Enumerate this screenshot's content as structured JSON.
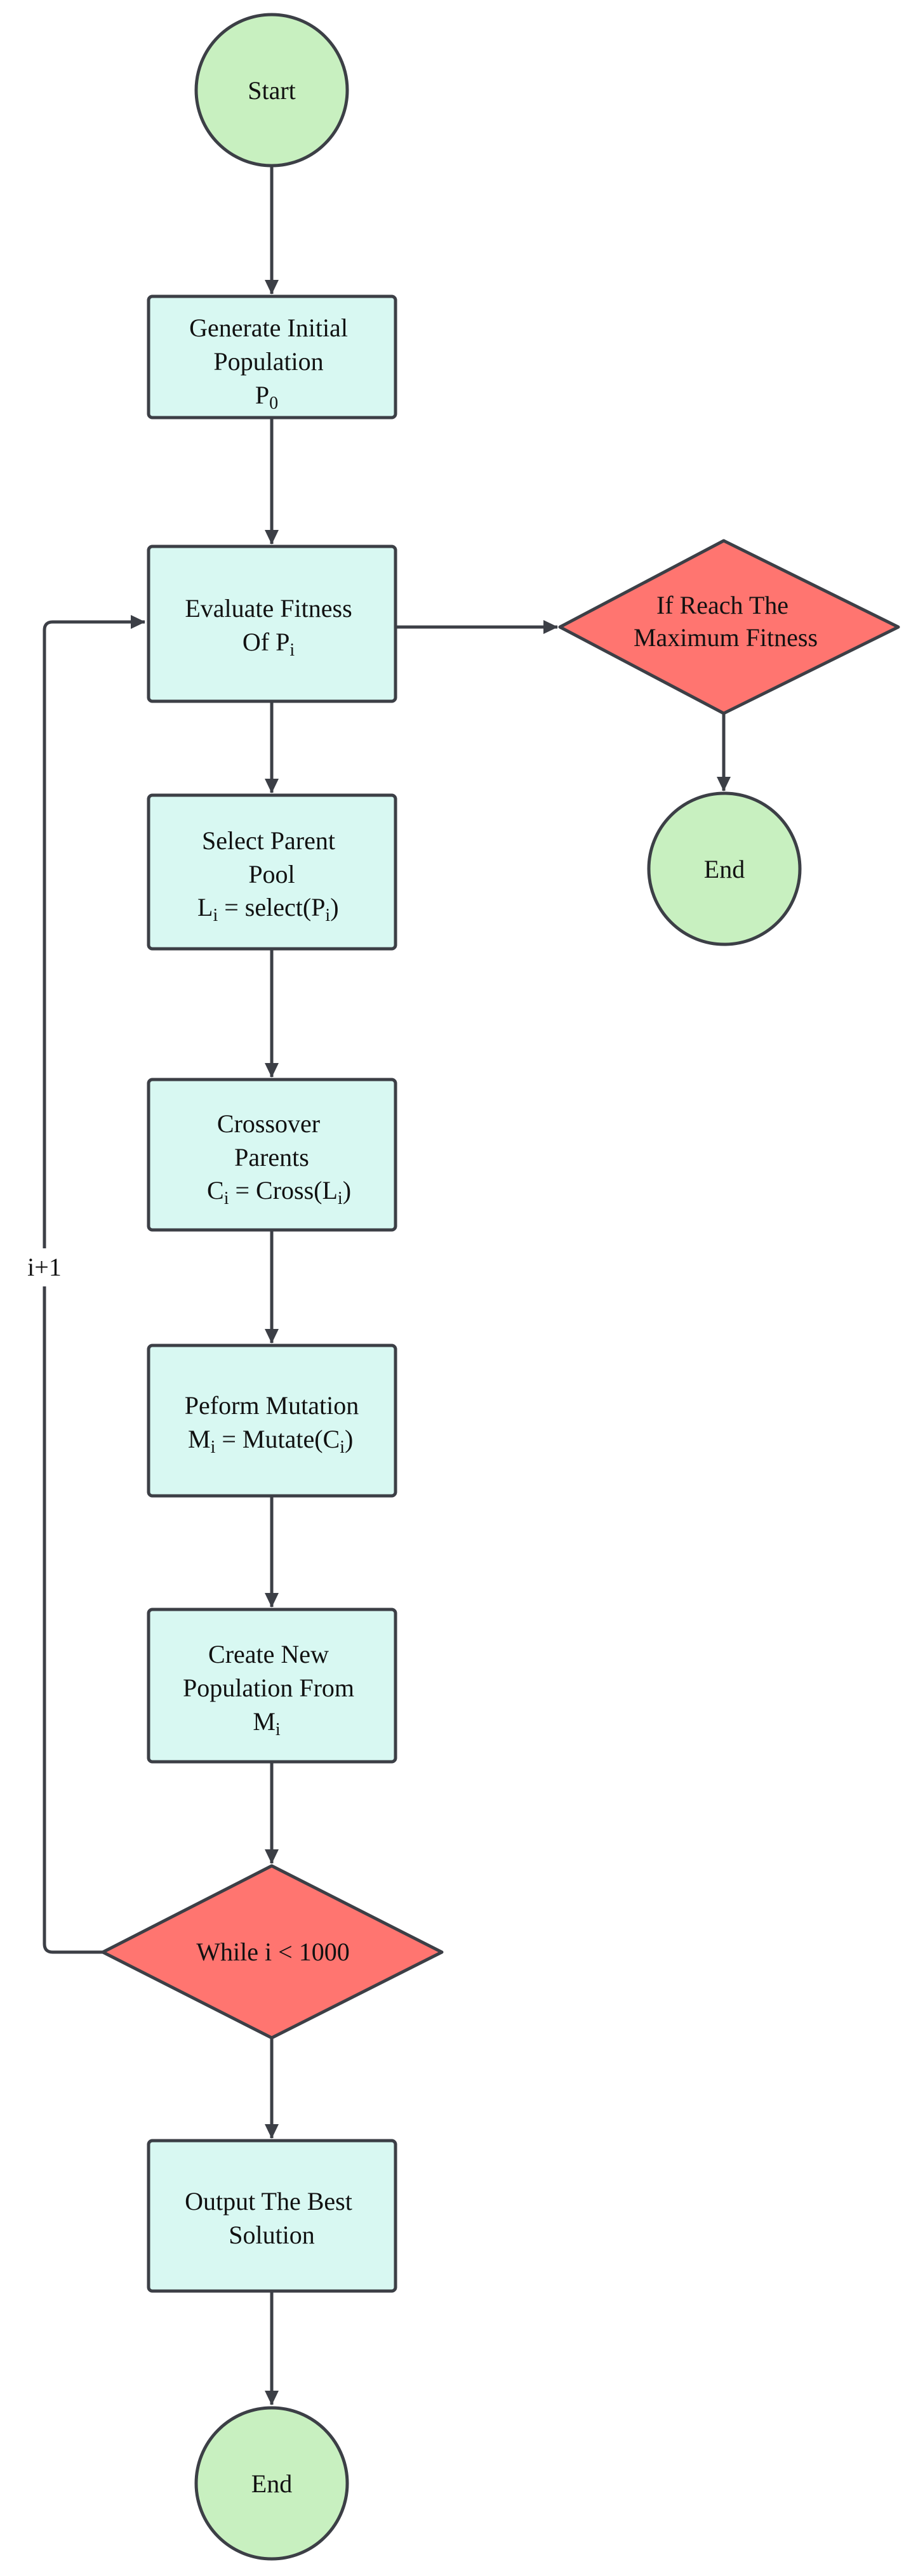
{
  "colors": {
    "terminal_fill": "#c8f0c0",
    "process_fill": "#d8f8f2",
    "decision_fill": "#ff7570",
    "stroke": "#3c3f46"
  },
  "nodes": {
    "start": {
      "label": "Start"
    },
    "generate": {
      "line1": "Generate Initial",
      "line2": "Population",
      "line3_base": "P",
      "line3_sub": "0"
    },
    "evaluate": {
      "line1": "Evaluate Fitness",
      "line2_base": "Of P",
      "line2_sub": "i"
    },
    "max_fitness": {
      "line1": "If Reach The",
      "line2": "Maximum Fitness"
    },
    "end_top": {
      "label": "End"
    },
    "select": {
      "line1": "Select Parent",
      "line2": "Pool",
      "line3_a": "L",
      "line3_a_sub": "i",
      "line3_b": " = select(P",
      "line3_b_sub": "i",
      "line3_c": ")"
    },
    "crossover": {
      "line1": "Crossover",
      "line2": "Parents",
      "line3_a": "C",
      "line3_a_sub": "i",
      "line3_b": " = Cross(L",
      "line3_b_sub": "i",
      "line3_c": ")"
    },
    "mutation": {
      "line1": "Peform Mutation",
      "line2_a": "M",
      "line2_a_sub": "i",
      "line2_b": " = Mutate(C",
      "line2_b_sub": "i",
      "line2_c": ")"
    },
    "create": {
      "line1": "Create New",
      "line2": "Population From",
      "line3_base": "M",
      "line3_sub": "i"
    },
    "while": {
      "label": "While i < 1000"
    },
    "output": {
      "line1": "Output The Best",
      "line2": "Solution"
    },
    "end_bottom": {
      "label": "End"
    }
  },
  "edges": {
    "loop_label": "i+1"
  }
}
